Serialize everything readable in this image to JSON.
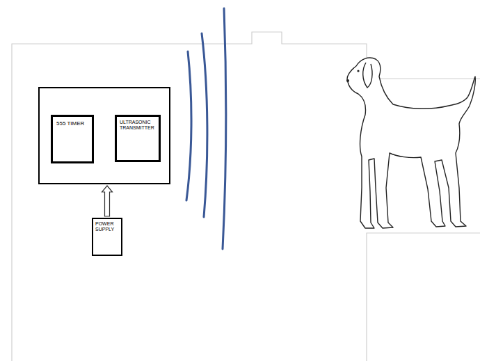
{
  "diagram": {
    "nodes": [
      {
        "text": []
      },
      {
        "text": [
          "555 TIMER"
        ],
        "in": 0
      },
      {
        "text": [
          "ULTRASONIC TRANSMITTER"
        ],
        "in": 0
      },
      {
        "text": [
          "POWER SUPPLY"
        ]
      }
    ],
    "edges": [
      {
        "from": 1,
        "to": 2,
        "arrow": "to"
      },
      {
        "from": 3,
        "to": 0,
        "arrow": "to"
      }
    ]
  }
}
